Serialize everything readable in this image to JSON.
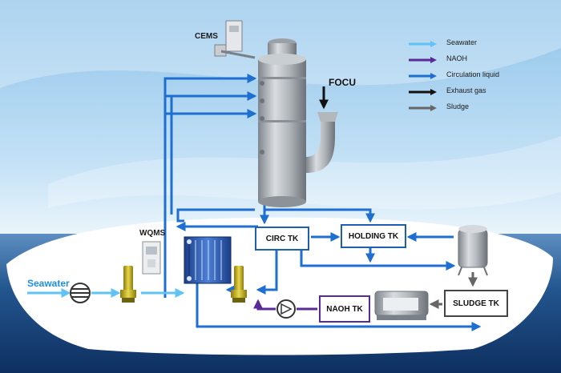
{
  "labels": {
    "cems": "CEMS",
    "focu": "FOCU",
    "wqms": "WQMS",
    "seawater": "Seawater"
  },
  "tanks": {
    "circ": "CIRC TK",
    "holding": "HOLDING TK",
    "naoh": "NAOH TK",
    "sludge": "SLUDGE TK"
  },
  "legend": [
    {
      "label": "Seawater",
      "color": "#5fc3f5"
    },
    {
      "label": "NAOH",
      "color": "#5a2a9a"
    },
    {
      "label": "Circulation liquid",
      "color": "#1e6fd0"
    },
    {
      "label": "Exhaust gas",
      "color": "#111111"
    },
    {
      "label": "Sludge",
      "color": "#666666"
    }
  ],
  "colors": {
    "seawater": "#5fc3f5",
    "circulation": "#1e6fd0",
    "naoh": "#5a2a9a",
    "exhaust": "#111111",
    "sludge": "#666666",
    "tank_border": "#1f5fb0"
  }
}
